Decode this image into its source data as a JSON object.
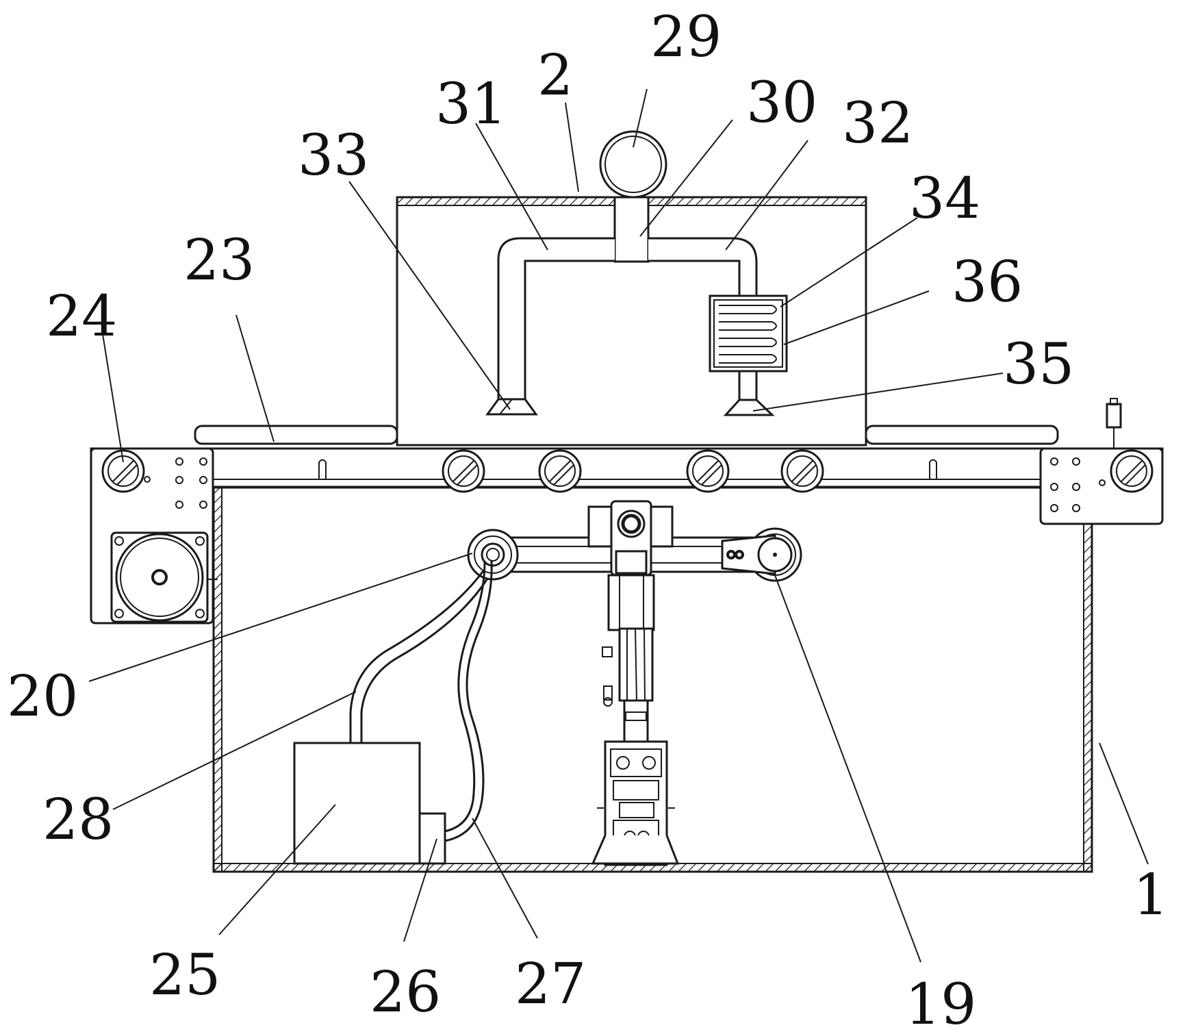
{
  "labels": {
    "l1": "1",
    "l2": "2",
    "l19": "19",
    "l20": "20",
    "l23": "23",
    "l24": "24",
    "l25": "25",
    "l26": "26",
    "l27": "27",
    "l28": "28",
    "l29": "29",
    "l30": "30",
    "l31": "31",
    "l32": "32",
    "l33": "33",
    "l34": "34",
    "l35": "35",
    "l36": "36"
  },
  "colors": {
    "line": "#1a1a1a",
    "background": "#ffffff"
  }
}
